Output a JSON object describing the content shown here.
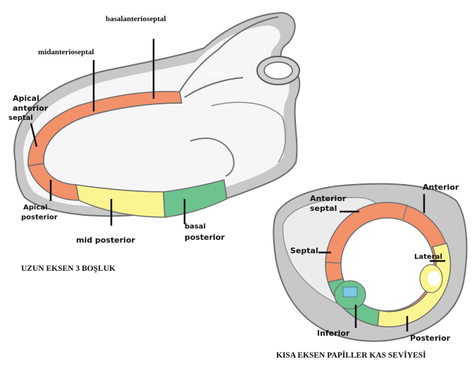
{
  "long_axis_view": {
    "caption": "UZUN EKSEN 3 BOŞLUK",
    "aorta_label": "Aorta",
    "labels": {
      "basal_anteroseptal": "basalanterioseptal",
      "mid_anteroseptal": "midanterioseptal",
      "apical_anterior_septal_1": "Apical",
      "apical_anterior_septal_2": "anterior",
      "apical_anterior_septal_3": "septal",
      "apical_posterior_1": "Apical",
      "apical_posterior_2": "posterior",
      "mid_posterior": "mid posterior",
      "basal_posterior_1": "basal",
      "basal_posterior_2": "posterior"
    }
  },
  "short_axis_view": {
    "caption": "KISA EKSEN PAPİLLER KAS SEVİYESİ",
    "labels": {
      "anterior_septal_1": "Anterior",
      "anterior_septal_2": "septal",
      "anterior": "Anterior",
      "septal": "Septal",
      "lateral": "Lateral",
      "inferior": "Inferior",
      "posterior": "Posterior"
    }
  },
  "segment_colors": {
    "orange": "#f2916a",
    "yellow": "#fbf591",
    "green": "#6cc38d",
    "gray": "#b9b9b9",
    "light_gray": "#e2e2e2",
    "blue": "#7ec8e3"
  }
}
